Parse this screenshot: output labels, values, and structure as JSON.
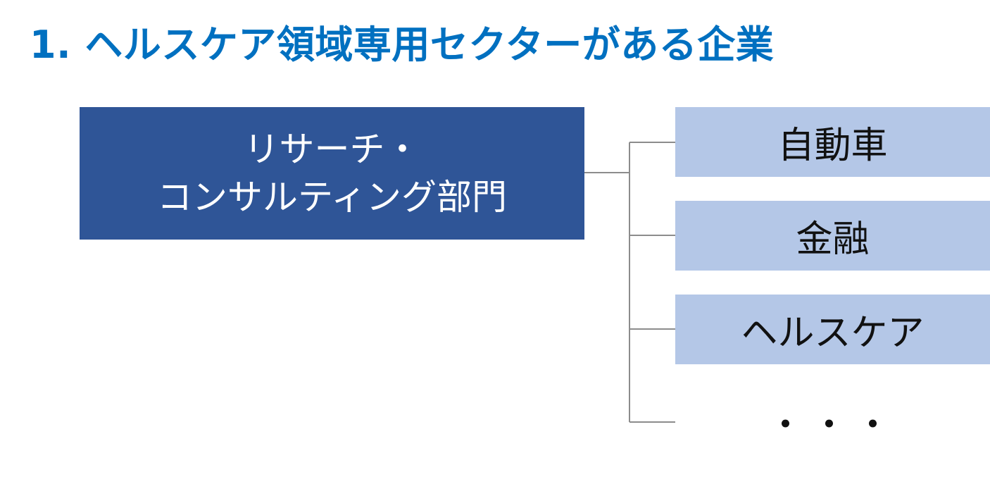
{
  "title": "1. ヘルスケア領域専用セクターがある企業",
  "root": {
    "line1": "リサーチ・",
    "line2": "コンサルティング部門"
  },
  "children": [
    {
      "label": "自動車"
    },
    {
      "label": "金融"
    },
    {
      "label": "ヘルスケア"
    }
  ],
  "more": "・・・",
  "colors": {
    "title": "#0070c0",
    "root_fill": "#2f5597",
    "child_fill": "#b4c7e7",
    "connector": "#8c8c8c"
  }
}
